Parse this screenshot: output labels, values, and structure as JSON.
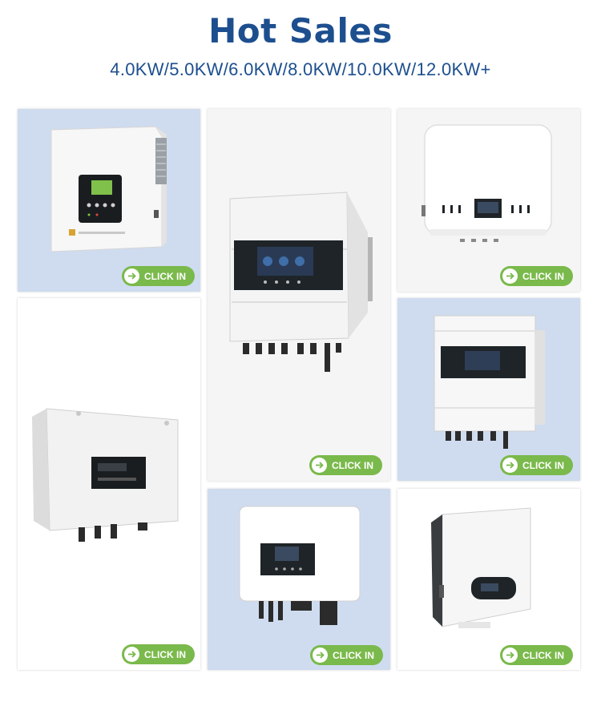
{
  "header": {
    "title": "Hot Sales",
    "subtitle": "4.0KW/5.0KW/6.0KW/8.0KW/10.0KW/12.0KW+"
  },
  "cta_label": "CLICK IN",
  "products": [
    {
      "id": "p1"
    },
    {
      "id": "p2"
    },
    {
      "id": "p3"
    },
    {
      "id": "p4"
    },
    {
      "id": "p5"
    },
    {
      "id": "p6"
    },
    {
      "id": "p7"
    },
    {
      "id": "p8"
    }
  ],
  "colors": {
    "title": "#1d4f8f",
    "button": "#7ab94b",
    "card_blue": "#cfdcef",
    "card_light": "#f5f5f5",
    "lcd_green": "#7fc14a",
    "screen_dark": "#1f2428"
  },
  "icons": {
    "button_icon": "arrow-right-icon"
  }
}
